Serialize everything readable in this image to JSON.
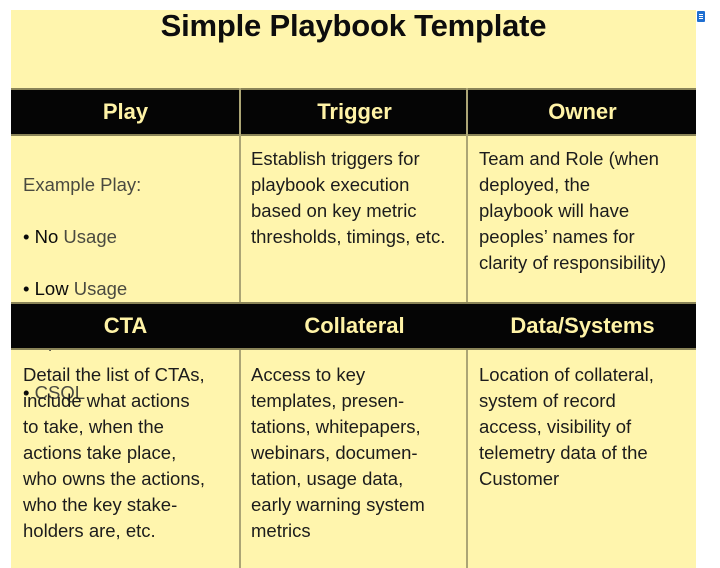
{
  "document": {
    "title": "Simple Playbook Template",
    "icon": "document-icon",
    "colors": {
      "panel_background": "#fff5ad",
      "header_background": "#050505",
      "header_text": "#fff3a6",
      "divider": "#aca575",
      "body_text": "#1c1c1c",
      "muted_text": "#4a4a40"
    }
  },
  "table": {
    "row1": {
      "headers": [
        "Play",
        "Trigger",
        "Owner"
      ],
      "cells": {
        "play": {
          "intro": "Example Play:",
          "items": [
            {
              "bullet": "•",
              "strong": "No",
              "rest": " Usage"
            },
            {
              "bullet": "•",
              "strong": "Low",
              "rest": " Usage"
            },
            {
              "bullet": "•",
              "strong": "",
              "rest": "Up-tell Candidate"
            },
            {
              "bullet": "•",
              "strong": "",
              "rest": "CSQL"
            }
          ]
        },
        "trigger": "Establish triggers for\nplaybook execution\nbased on key metric\nthresholds, timings, etc.",
        "owner": "Team and Role (when\ndeployed, the\nplaybook will have\npeoples’ names for\nclarity of responsibility)"
      }
    },
    "row2": {
      "headers": [
        "CTA",
        "Collateral",
        "Data/Systems"
      ],
      "cells": {
        "cta": "Detail the list of CTAs,\ninclude what actions\nto take, when the\nactions take place,\nwho owns the actions,\nwho the key stake-\nholders are, etc.",
        "collateral": "Access to key\ntemplates, presen-\ntations, whitepapers,\nwebinars, documen-\ntation, usage data,\nearly warning system\nmetrics",
        "data_systems": "Location of collateral,\nsystem of record\naccess, visibility of\ntelemetry data of the\nCustomer"
      }
    }
  }
}
